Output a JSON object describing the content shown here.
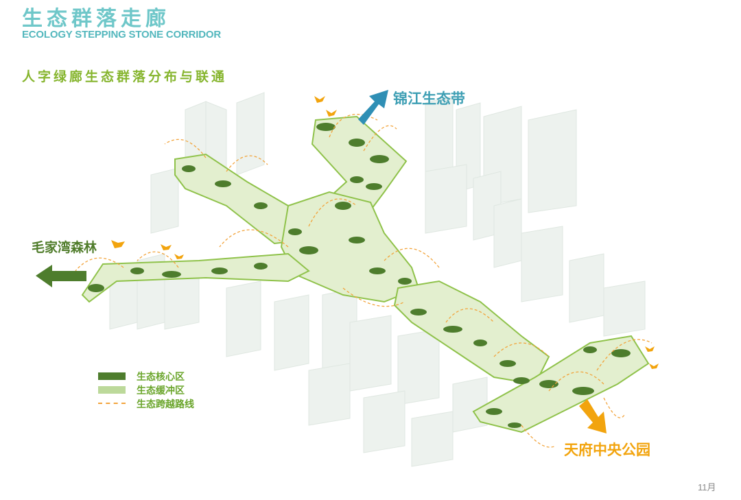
{
  "header": {
    "title_zh": "生态群落走廊",
    "title_en": "ECOLOGY STEPPING STONE CORRIDOR",
    "subtitle": "人字绿廊生态群落分布与联通"
  },
  "labels": {
    "jinjiang": "锦江生态带",
    "maojiawan": "毛家湾森林",
    "tianfu": "天府中央公园"
  },
  "legend": [
    {
      "key": "core",
      "label": "生态核心区",
      "color": "#4e7d2d"
    },
    {
      "key": "buffer",
      "label": "生态缓冲区",
      "color": "#bcd99a"
    },
    {
      "key": "route",
      "label": "生态跨越路线",
      "color": "#f2a33a"
    }
  ],
  "footer": {
    "month": "11月"
  },
  "colors": {
    "teal": "#6fc7c9",
    "green_text": "#86b52e",
    "arrow_teal": "#2f8fb5",
    "arrow_green": "#4e7d2d",
    "arrow_orange": "#f2a40e",
    "core_green": "#4e7d2d",
    "buffer_green": "#bcd99a",
    "route_orange": "#f2a33a"
  }
}
